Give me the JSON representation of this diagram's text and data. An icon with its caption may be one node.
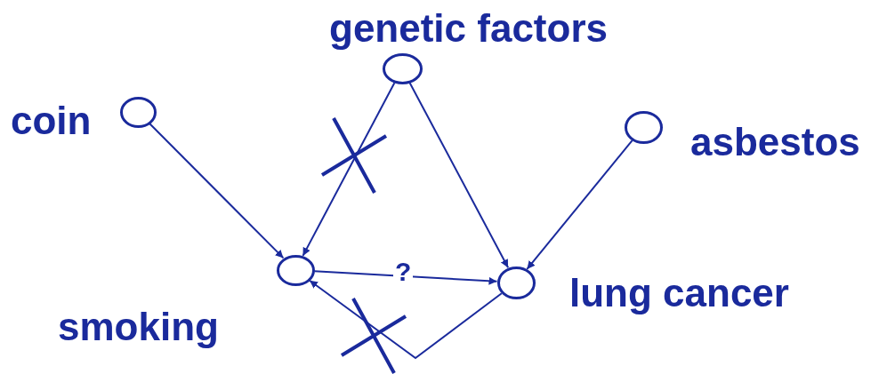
{
  "diagram": {
    "nodes": [
      {
        "text": [],
        "shape": "circle",
        "beside": [
          "coin"
        ]
      },
      {
        "text": [],
        "shape": "circle",
        "beside": [
          "genetic factors"
        ]
      },
      {
        "text": [],
        "shape": "circle",
        "beside": [
          "asbestos"
        ]
      },
      {
        "text": [],
        "shape": "circle",
        "beside": [
          "smoking"
        ]
      },
      {
        "text": [],
        "shape": "circle",
        "beside": [
          "lung cancer"
        ]
      }
    ],
    "edges": [
      {
        "from": 0,
        "to": 3,
        "arrow": "to"
      },
      {
        "from": 1,
        "to": 3,
        "arrow": "to"
      },
      {
        "from": 1,
        "to": 4,
        "arrow": "to"
      },
      {
        "from": 2,
        "to": 4,
        "arrow": "to"
      },
      {
        "from": 3,
        "to": 4,
        "arrow": "to",
        "label": "?"
      },
      {
        "from": 4,
        "to": 3,
        "arrow": "to"
      }
    ]
  }
}
